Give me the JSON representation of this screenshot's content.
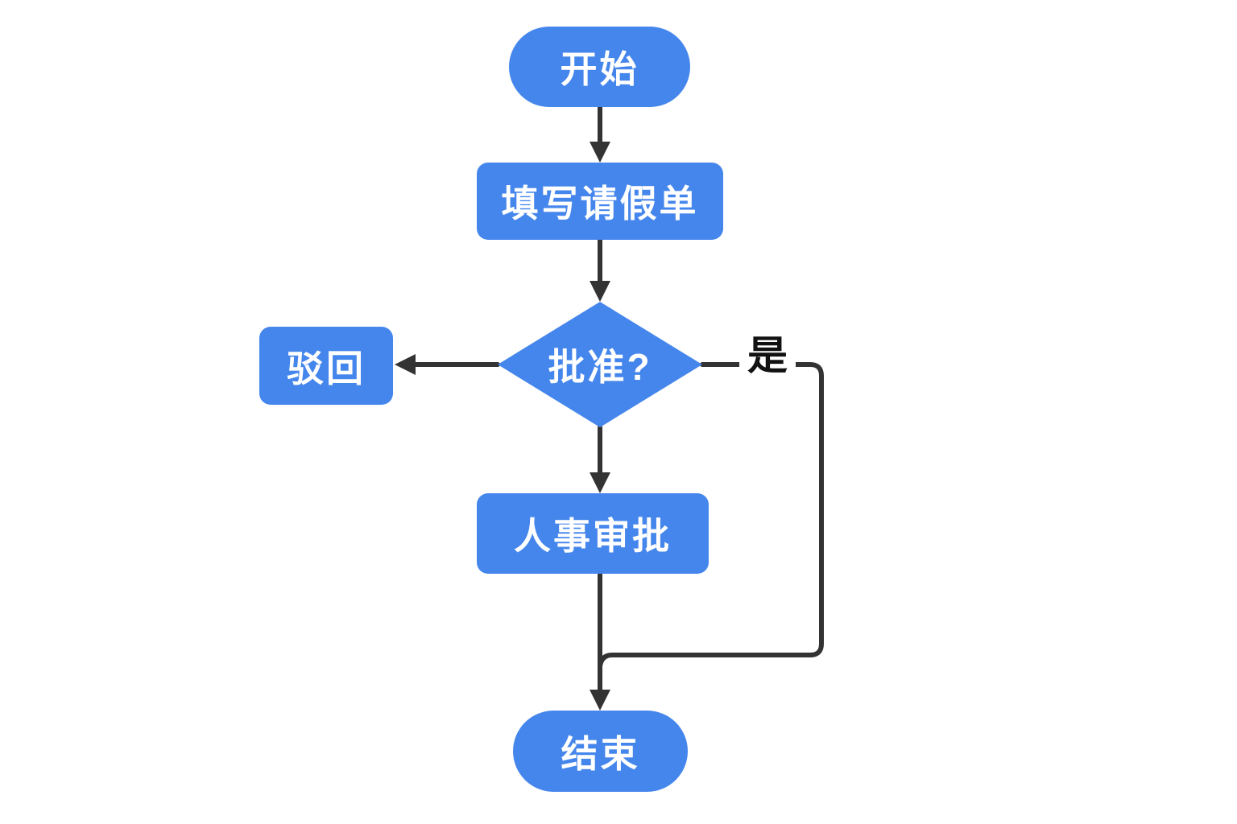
{
  "canvas": {
    "background": "#ffffff"
  },
  "colors": {
    "background": "#ffffff",
    "node_fill": "#4586EC",
    "node_text": "#ffffff",
    "connector": "#333333",
    "edge_label_text": "#111111"
  },
  "diagram_type": "flowchart",
  "nodes": [
    {
      "id": "start",
      "type": "terminator",
      "label": "开始"
    },
    {
      "id": "fill-form",
      "type": "process",
      "label": "填写请假单"
    },
    {
      "id": "approve",
      "type": "decision",
      "label": "批准?"
    },
    {
      "id": "reject",
      "type": "process",
      "label": "驳回"
    },
    {
      "id": "hr-review",
      "type": "process",
      "label": "人事审批"
    },
    {
      "id": "end",
      "type": "terminator",
      "label": "结束"
    }
  ],
  "edges": [
    {
      "from": "start",
      "to": "fill-form",
      "label": ""
    },
    {
      "from": "fill-form",
      "to": "approve",
      "label": ""
    },
    {
      "from": "approve",
      "to": "reject",
      "label": ""
    },
    {
      "from": "approve",
      "to": "hr-review",
      "label": ""
    },
    {
      "from": "approve",
      "to": "end",
      "label": "是"
    },
    {
      "from": "hr-review",
      "to": "end",
      "label": ""
    }
  ]
}
